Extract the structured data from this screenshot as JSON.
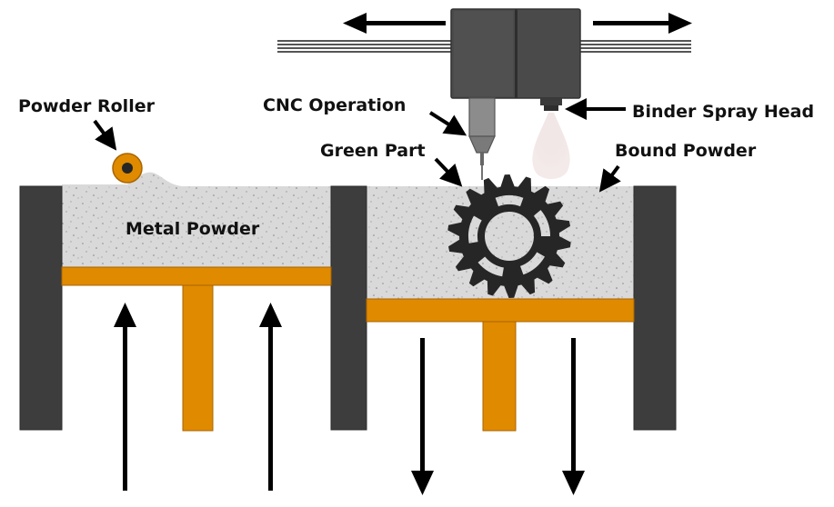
{
  "labels": {
    "powder_roller": "Powder Roller",
    "cnc_operation": "CNC Operation",
    "binder_spray_head": "Binder Spray Head",
    "green_part": "Green Part",
    "bound_powder": "Bound Powder",
    "metal_powder": "Metal Powder"
  },
  "colors": {
    "powder": "#d9d9d9",
    "wall": "#3d3d3d",
    "piston": "#e08a00",
    "piston_stroke": "#a86400",
    "gear": "#262626",
    "print_head": "#4a4a4a",
    "arrow": "#000000"
  },
  "icons": [
    "powder-roller-icon",
    "print-head-icon",
    "cnc-spindle-icon",
    "binder-spray-nozzle-icon",
    "gear-green-part-icon"
  ]
}
